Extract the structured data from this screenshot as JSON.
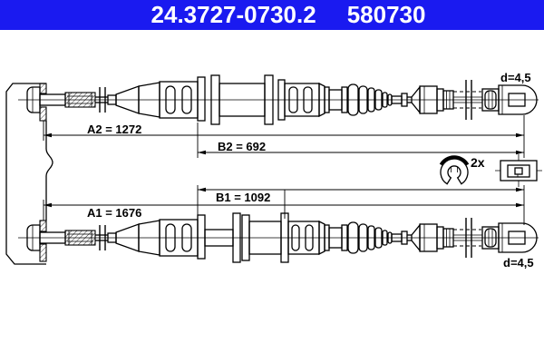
{
  "header": {
    "part_number": "24.3727-0730.2",
    "catalog_number": "580730"
  },
  "colors": {
    "header_bg": "#1a1af0",
    "header_text": "#ffffff",
    "line": "#000000",
    "background": "#ffffff"
  },
  "dimensions": {
    "top_cable": {
      "total": "A2 = 1272",
      "housing": "B2 = 692",
      "end_diameter": "d=4,5"
    },
    "bottom_cable": {
      "total": "A1 = 1676",
      "housing": "B1 = 1092",
      "end_diameter": "d=4,5"
    }
  },
  "hardware": {
    "clip_quantity": "2x",
    "icons": [
      "e-clip-icon",
      "grommet-icon"
    ]
  }
}
